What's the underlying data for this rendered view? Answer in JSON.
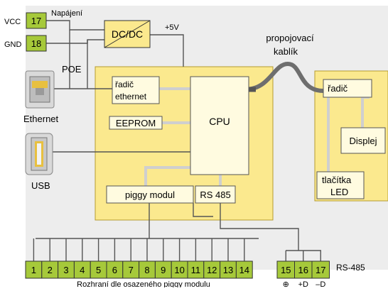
{
  "colors": {
    "panel": "#ededed",
    "board": "#fbe98e",
    "board_border": "#b59a30",
    "block": "#fffbe0",
    "terminal": "#a6c93a",
    "wire": "#555555",
    "bus": "#cfcfcf",
    "cable": "#6e6e6e"
  },
  "power": {
    "vcc_label": "VCC",
    "gnd_label": "GND",
    "vcc_terminal": "17",
    "gnd_terminal": "18",
    "supply_label": "Napájení",
    "converter_label": "DC/DC",
    "rail_label": "+5V",
    "poe_label": "POE"
  },
  "ports": {
    "ethernet_label": "Ethernet",
    "usb_label": "USB"
  },
  "main_board": {
    "controller_line1": "řadič",
    "controller_line2": "ethernet",
    "eeprom": "EEPROM",
    "cpu": "CPU",
    "piggy": "piggy modul",
    "rs485": "RS 485"
  },
  "cable": {
    "line1": "propojovací",
    "line2": "kablík"
  },
  "display_board": {
    "controller": "řadič",
    "display": "Displej",
    "buttons_line1": "tlačítka",
    "buttons_line2": "LED"
  },
  "terminals": {
    "piggy_terminals": [
      "1",
      "2",
      "3",
      "4",
      "5",
      "6",
      "7",
      "8",
      "9",
      "10",
      "11",
      "12",
      "13",
      "14"
    ],
    "piggy_caption": "Rozhraní dle osazeného piggy modulu",
    "rs485_terminals": [
      "15",
      "16",
      "17"
    ],
    "rs485_label": "RS-485",
    "rs485_signals": [
      "⊕",
      "+D",
      "–D"
    ]
  }
}
